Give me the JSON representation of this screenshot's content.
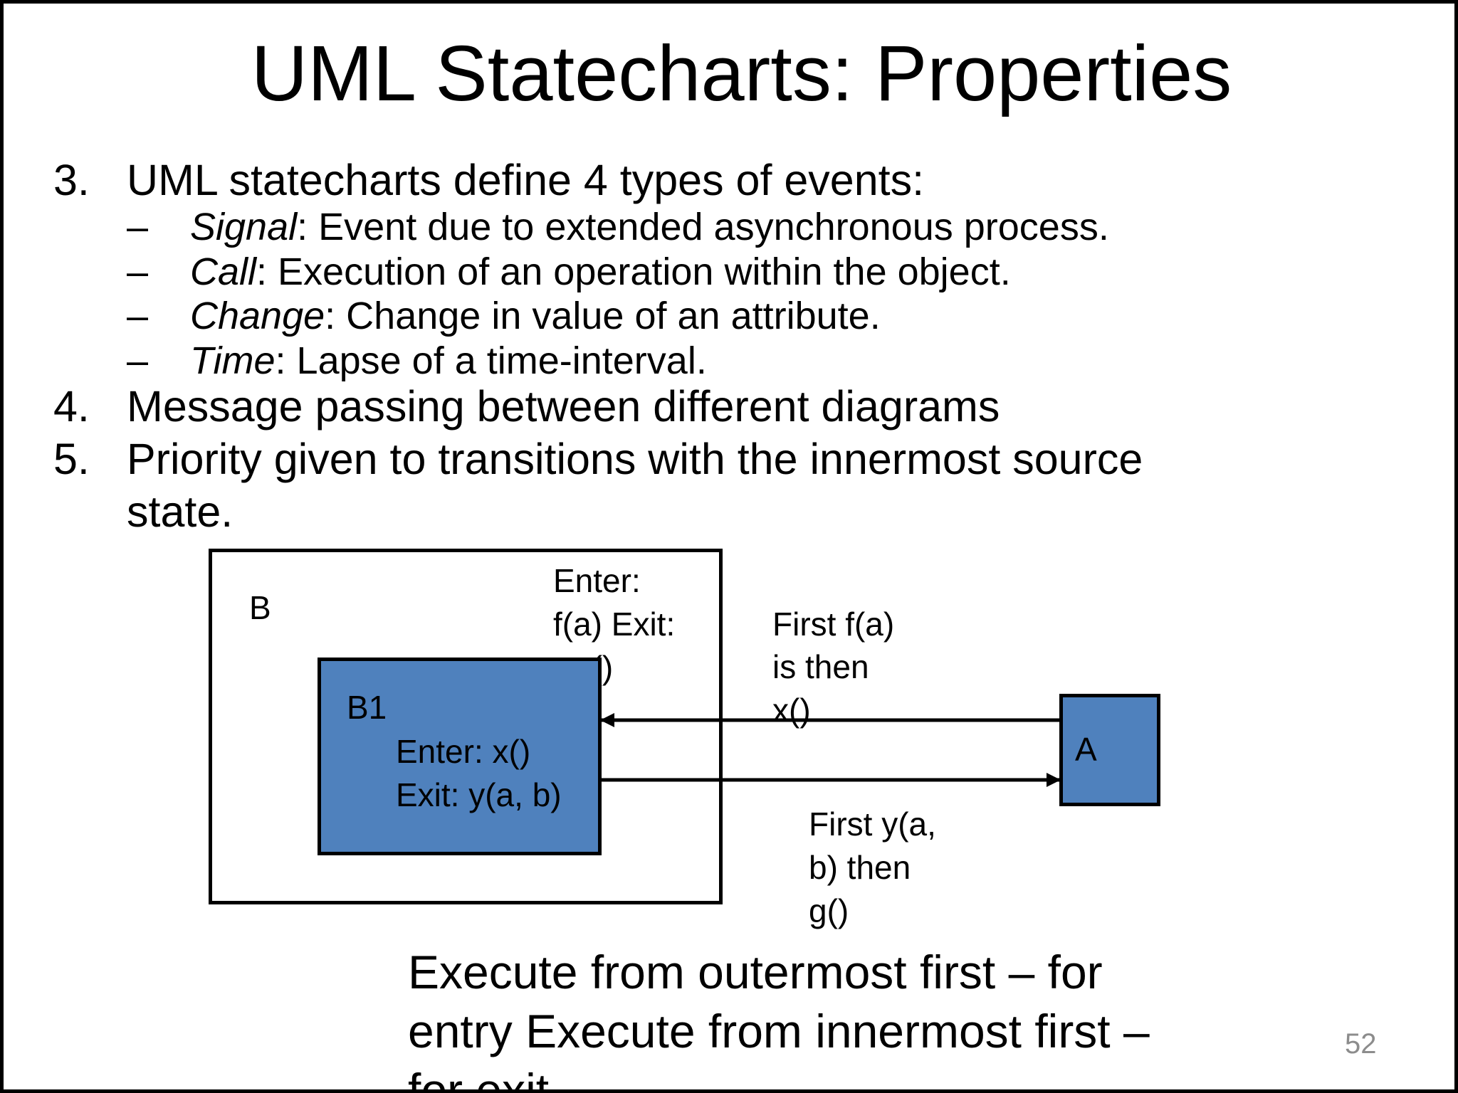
{
  "title": "UML Statecharts: Properties",
  "items": [
    {
      "num": "3.",
      "text": "UML statecharts define 4 types of events:"
    },
    {
      "num": "4.",
      "text": "Message passing between different diagrams"
    },
    {
      "num": "5.",
      "text": "Priority given to transitions with the innermost source",
      "text2": "state."
    }
  ],
  "event_types": [
    {
      "dash": "–",
      "name": "Signal",
      "desc": ": Event due to extended asynchronous  process."
    },
    {
      "dash": "–",
      "name": "Call",
      "desc": ": Execution of an operation within the object."
    },
    {
      "dash": "–",
      "name": "Change",
      "desc": ": Change in value of an attribute."
    },
    {
      "dash": "–",
      "name": "Time",
      "desc": ": Lapse of a time-interval."
    }
  ],
  "diagram": {
    "outer_state": {
      "label": "B",
      "note_line1": "Enter:",
      "note_line2": "f(a)  Exit:",
      "note_line3": "g()"
    },
    "inner_state": {
      "label": "B1",
      "enter": "Enter: x()",
      "exit": "Exit: y(a, b)"
    },
    "target_state": {
      "label": "A"
    },
    "incoming_note": {
      "line1": "First f(a)",
      "line2": "is  then",
      "line3": "x()"
    },
    "outgoing_note": {
      "line1": "First y(a,",
      "line2": "b)  then",
      "line3": "g()"
    },
    "colors": {
      "state_fill": "#4f81bd",
      "stroke": "#000000"
    }
  },
  "caption": {
    "line1": "Execute from outermost first – for",
    "line2": "entry  Execute from innermost first –",
    "line3": "for exit"
  },
  "page_number": "52"
}
